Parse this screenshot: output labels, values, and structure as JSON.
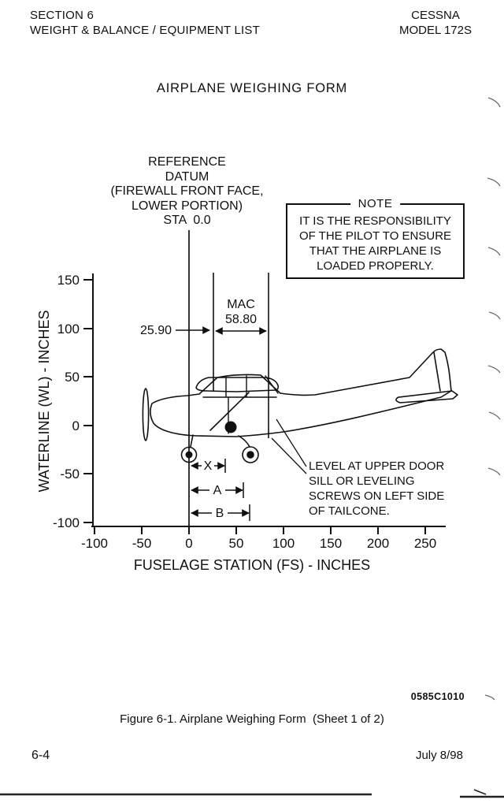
{
  "header": {
    "section": "SECTION 6",
    "section_subtitle": "WEIGHT & BALANCE / EQUIPMENT LIST",
    "manufacturer": "CESSNA",
    "model": "MODEL 172S"
  },
  "page_title": "AIRPLANE WEIGHING FORM",
  "reference_datum": {
    "lines": [
      "REFERENCE",
      "DATUM",
      "(FIREWALL FRONT FACE,",
      "LOWER PORTION)",
      "STA  0.0"
    ]
  },
  "note": {
    "title": "NOTE",
    "lines": [
      "IT IS THE RESPONSIBILITY",
      "OF THE PILOT TO ENSURE",
      "THAT THE AIRPLANE IS",
      "LOADED PROPERLY."
    ]
  },
  "chart_data": {
    "type": "diagram",
    "title": "AIRPLANE WEIGHING FORM",
    "x_axis": {
      "label": "FUSELAGE STATION (FS) - INCHES",
      "ticks": [
        "-100",
        "-50",
        "0",
        "50",
        "100",
        "150",
        "200",
        "250"
      ],
      "range": [
        -100,
        275
      ]
    },
    "y_axis": {
      "label": "WATERLINE (WL) - INCHES",
      "ticks": [
        "150",
        "100",
        "50",
        "0",
        "-50",
        "-100"
      ],
      "range": [
        -100,
        175
      ]
    },
    "annotations": {
      "mac_label": "MAC",
      "mac_value": "58.80",
      "datum_offset": "25.90",
      "dim_x": "X",
      "dim_a": "A",
      "dim_b": "B",
      "level_note_lines": [
        "LEVEL AT UPPER DOOR",
        "SILL OR LEVELING",
        "SCREWS ON LEFT SIDE",
        "OF TAILCONE."
      ]
    }
  },
  "footer": {
    "doc_code": "0585C1010",
    "figure_caption": "Figure 6-1. Airplane Weighing Form  (Sheet 1 of 2)",
    "page_number": "6-4",
    "revision_date": "July 8/98"
  },
  "colors": {
    "ink": "#101010",
    "paper": "#ffffff"
  }
}
